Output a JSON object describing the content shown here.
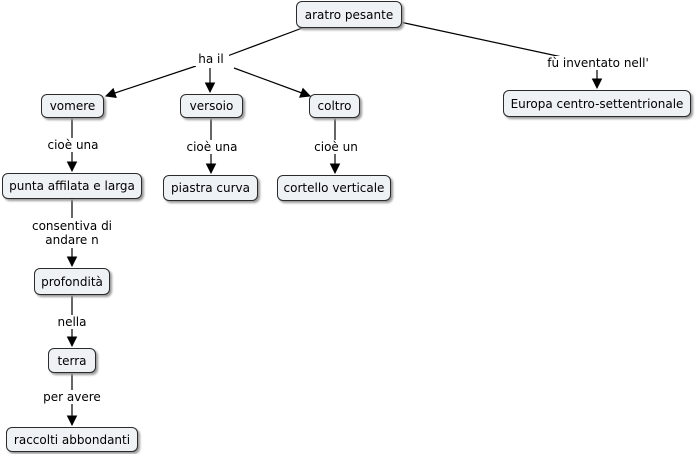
{
  "nodes": {
    "aratro_pesante": "aratro pesante",
    "vomere": "vomere",
    "versoio": "versoio",
    "coltro": "coltro",
    "europa": "Europa centro-settentrionale",
    "punta": "punta affilata e larga",
    "piastra": "piastra curva",
    "cortello": "cortello verticale",
    "profondita": "profondità",
    "terra": "terra",
    "raccolti": "raccolti abbondanti"
  },
  "links": {
    "ha_il": "ha il",
    "fu_inventato": "fù inventato nell'",
    "cioe_una_1": "cioè una",
    "cioe_una_2": "cioè una",
    "cioe_un": "cioè un",
    "consentiva_1": "consentiva di",
    "consentiva_2": "andare n",
    "nella": "nella",
    "per_avere": "per avere"
  }
}
